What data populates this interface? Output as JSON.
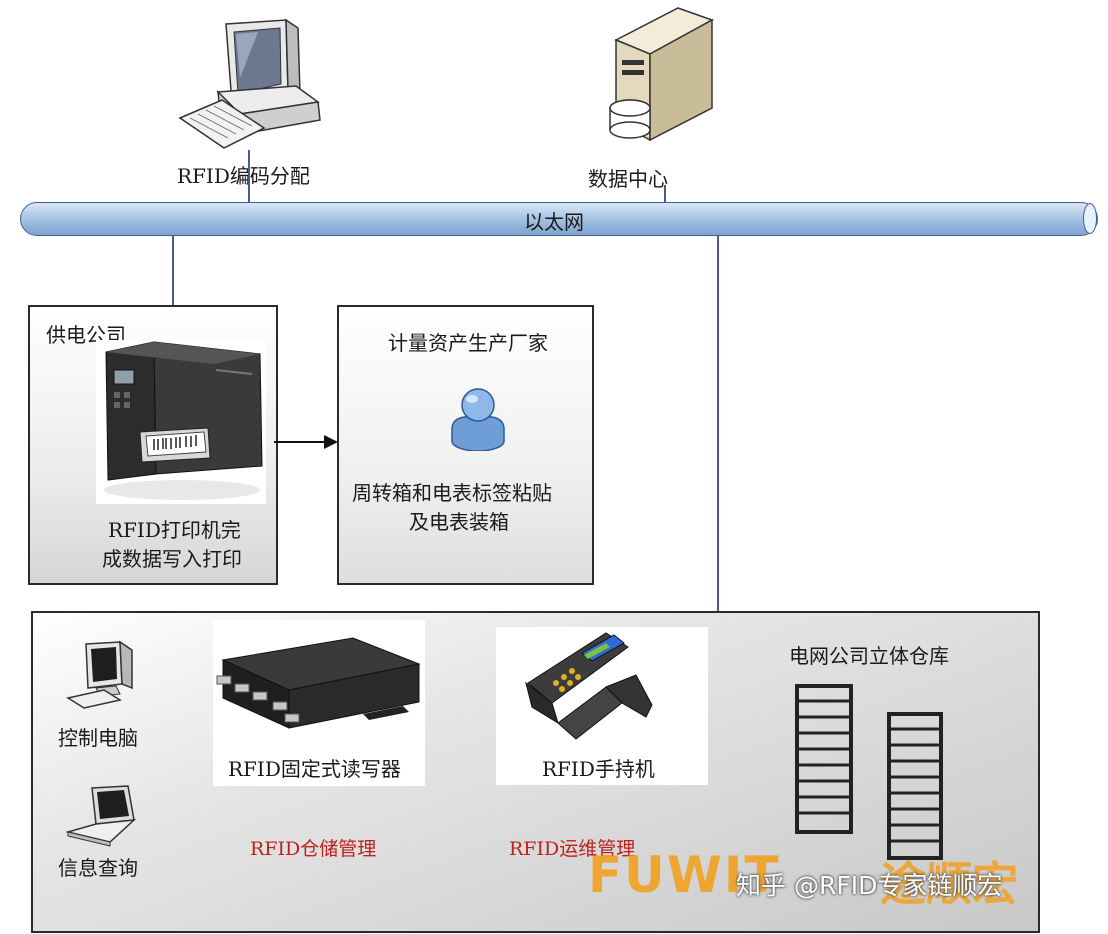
{
  "nodes": {
    "encoding_label": "RFID编码分配",
    "datacenter_label": "数据中心",
    "ethernet_label": "以太网"
  },
  "supplier": {
    "title": "供电公司",
    "printer_caption_line1": "RFID打印机完",
    "printer_caption_line2": "成数据写入打印"
  },
  "vendor": {
    "title": "计量资产生产厂家",
    "caption_line1": "周转箱和电表标签粘贴",
    "caption_line2": "及电表装箱"
  },
  "warehouse": {
    "title": "电网公司立体仓库",
    "control_pc_label": "控制电脑",
    "info_query_label": "信息查询",
    "fixed_reader_label": "RFID固定式读写器",
    "handheld_label": "RFID手持机",
    "storage_mgmt_label": "RFID仓储管理",
    "ops_mgmt_label": "RFID运维管理"
  },
  "watermark": {
    "brand": "FUWIT",
    "brand_cn": "途顺宏",
    "credit": "知乎 @RFID专家链顺宏"
  },
  "colors": {
    "connector_line": "#4a5a8a",
    "ethernet_fill": "#a9c6e6",
    "accent_red": "#c0201a",
    "watermark_orange": "#f2a020"
  }
}
